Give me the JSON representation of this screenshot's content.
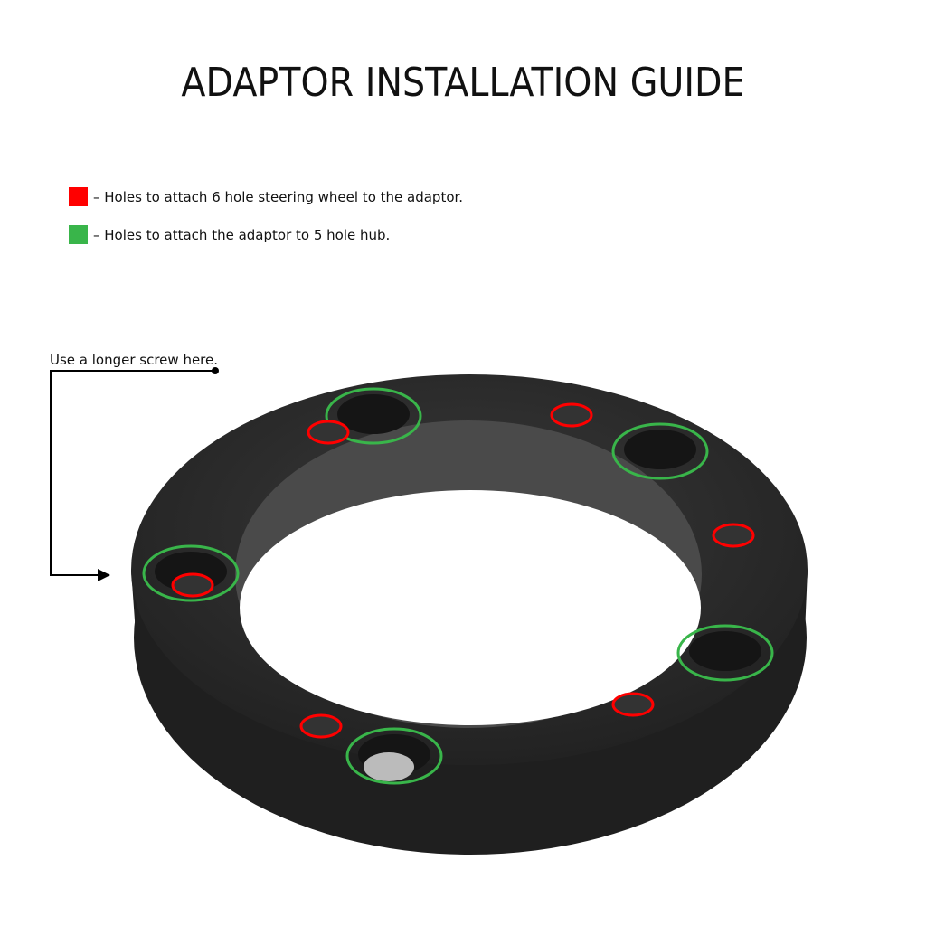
{
  "title": "ADAPTOR INSTALLATION GUIDE",
  "legend": [
    {
      "color": "#ff0000",
      "label": "– Holes to attach 6 hole steering wheel to the adaptor."
    },
    {
      "color": "#39b54a",
      "label": "– Holes to attach the adaptor to 5 hole hub."
    }
  ],
  "callout": "Use a longer screw here.",
  "colors": {
    "red": "#ff0000",
    "green": "#39b54a",
    "ring": "#2b2b2b"
  }
}
